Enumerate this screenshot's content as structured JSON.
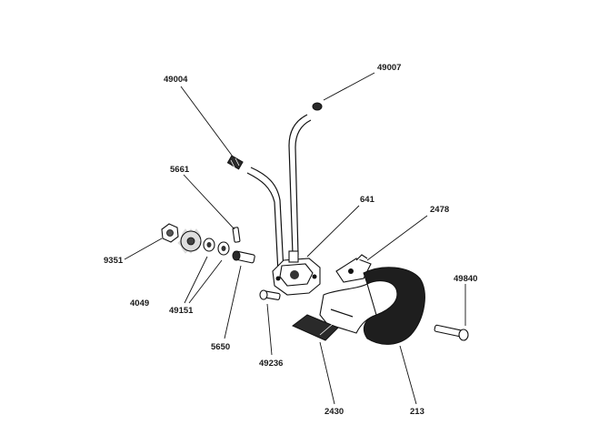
{
  "diagram": {
    "part_numbers": {
      "p49004": "49004",
      "p49007": "49007",
      "p5661": "5661",
      "p641": "641",
      "p2478": "2478",
      "p9351": "9351",
      "p49840": "49840",
      "p4049": "4049",
      "p49151": "49151",
      "p5650": "5650",
      "p49236": "49236",
      "p2430": "2430",
      "p213": "213"
    }
  }
}
